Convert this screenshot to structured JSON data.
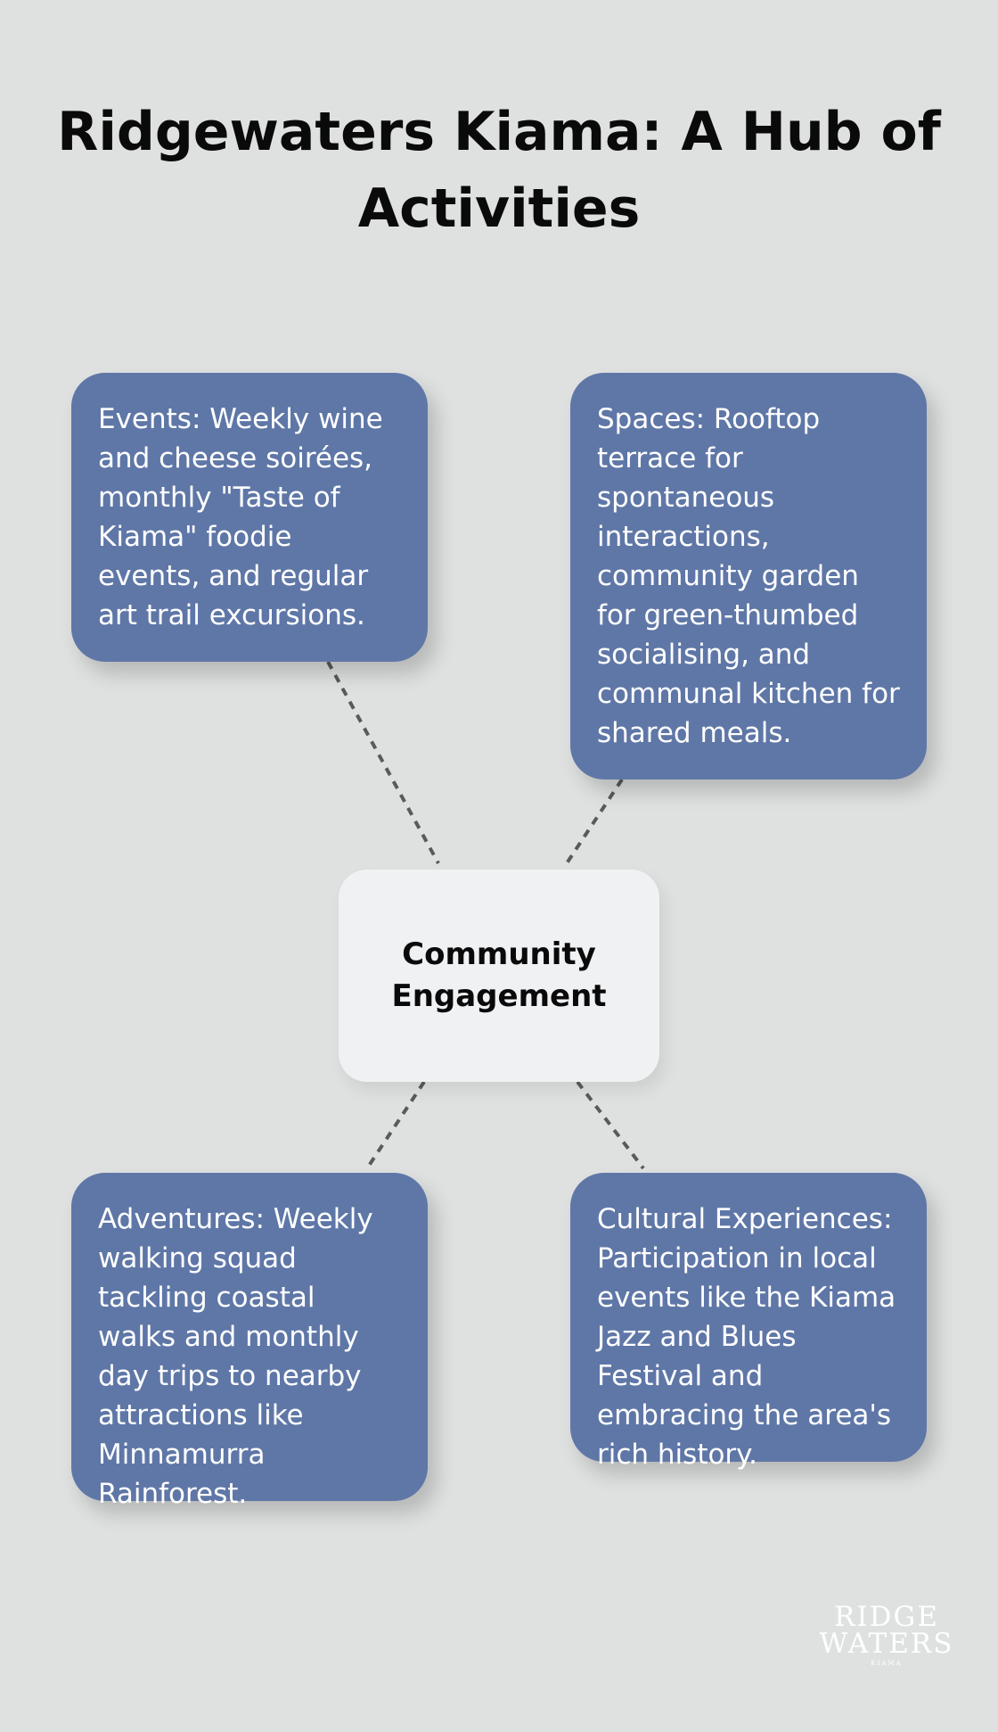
{
  "title": "Ridgewaters Kiama: A Hub of Activities",
  "center": {
    "label": "Community Engagement"
  },
  "nodes": {
    "events": "Events: Weekly wine and cheese soirées, monthly \"Taste of Kiama\" foodie events, and regular art trail excursions.",
    "spaces": "Spaces: Rooftop terrace for spontaneous interactions, community garden for green-thumbed socialising, and communal kitchen for shared meals.",
    "adventures": "Adventures: Weekly walking squad tackling coastal walks and monthly day trips to nearby attractions like Minnamurra Rainforest.",
    "cultural": "Cultural Experiences: Participation in local events like the Kiama Jazz and Blues Festival and embracing the area's rich history."
  },
  "colors": {
    "background": "#dfe1e1",
    "node_fill": "#5f77a7",
    "center_fill": "#f0f1f3",
    "connector": "#5a5a5a"
  },
  "logo": {
    "line1": "RIDGE",
    "line2": "WATERS",
    "line3": "KIAMA"
  }
}
